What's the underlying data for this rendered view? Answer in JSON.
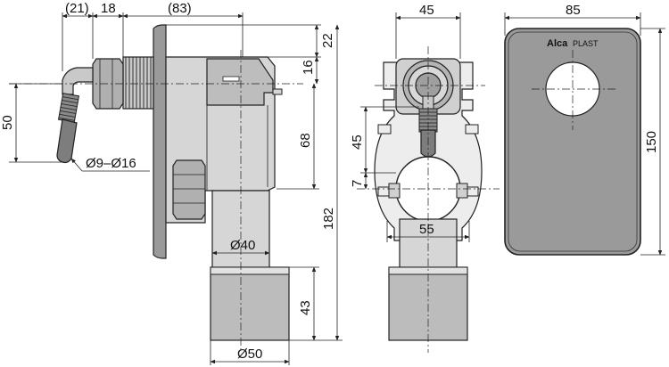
{
  "colors": {
    "body_fill": "#c9c9c9",
    "body_light": "#e2e2e2",
    "cap_fill": "#a8a8a8",
    "plate_fill": "#9a9a9a",
    "hose_fill": "#7d7d7d",
    "line": "#222222"
  },
  "logo": {
    "brand_bold": "Alca",
    "brand_light": "PLAST"
  },
  "dimensions": {
    "side_view": {
      "top_offset": "(21)",
      "nut_width": "18",
      "thread_length": "(83)",
      "top_height": "22",
      "outlet_offset": "16",
      "inlet_height": "50",
      "hose_diameter": "Ø9–Ø16",
      "drop_height": "68",
      "total_height": "182",
      "pipe_diameter": "Ø40",
      "cup_height": "43",
      "cup_diameter": "Ø50"
    },
    "front_view": {
      "width": "45",
      "inlet_to_outlet": "45",
      "outlet_offset": "7",
      "outlet_width": "55"
    },
    "cover_plate": {
      "width": "85",
      "height": "150"
    }
  }
}
